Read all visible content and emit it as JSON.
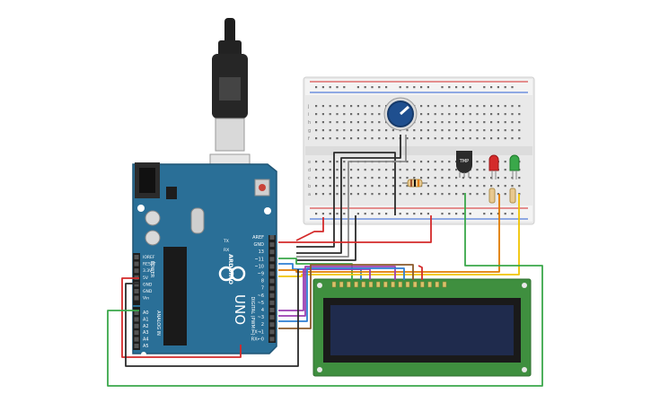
{
  "arduino": {
    "brand": "ARDUINO",
    "model": "UNO",
    "header_top_labels": [
      "AREF",
      "GND",
      "13",
      "~11",
      "~10",
      "~9",
      "8",
      "7",
      "~6",
      "~5",
      "4",
      "~3",
      "2",
      "TX→1",
      "RX←0"
    ],
    "digital_label": "DIGITAL (PWM ~)",
    "power_labels": [
      "IOREF",
      "RESET",
      "3.3V",
      "5V",
      "GND",
      "GND",
      "Vin"
    ],
    "power_title": "POWER",
    "analog_labels": [
      "A0",
      "A1",
      "A2",
      "A3",
      "A4",
      "A5"
    ],
    "analog_title": "ANALOG IN",
    "tx_label": "TX",
    "rx_label": "RX"
  },
  "breadboard": {
    "row_letters_top": [
      "j",
      "i",
      "h",
      "g",
      "f"
    ],
    "row_letters_bottom": [
      "e",
      "d",
      "c",
      "b",
      "a"
    ],
    "tmp_label": "TMP"
  },
  "lcd": {
    "pin_count": 16
  },
  "colors": {
    "board": "#2a6f97",
    "breadboard": "#e8e8e8",
    "lcd_pcb": "#3f8f3f",
    "lcd_screen": "#1f2b4d",
    "wire_red": "#d42a2a",
    "wire_black": "#2b2b2b",
    "wire_green": "#3aa84a",
    "wire_orange": "#e07b00",
    "wire_yellow": "#f0c400",
    "wire_purple": "#9b3fb0",
    "wire_blue": "#2f7fd3",
    "wire_gray": "#8a8a8a",
    "wire_white": "#bdbdbd",
    "wire_brown": "#8b5a2b"
  }
}
